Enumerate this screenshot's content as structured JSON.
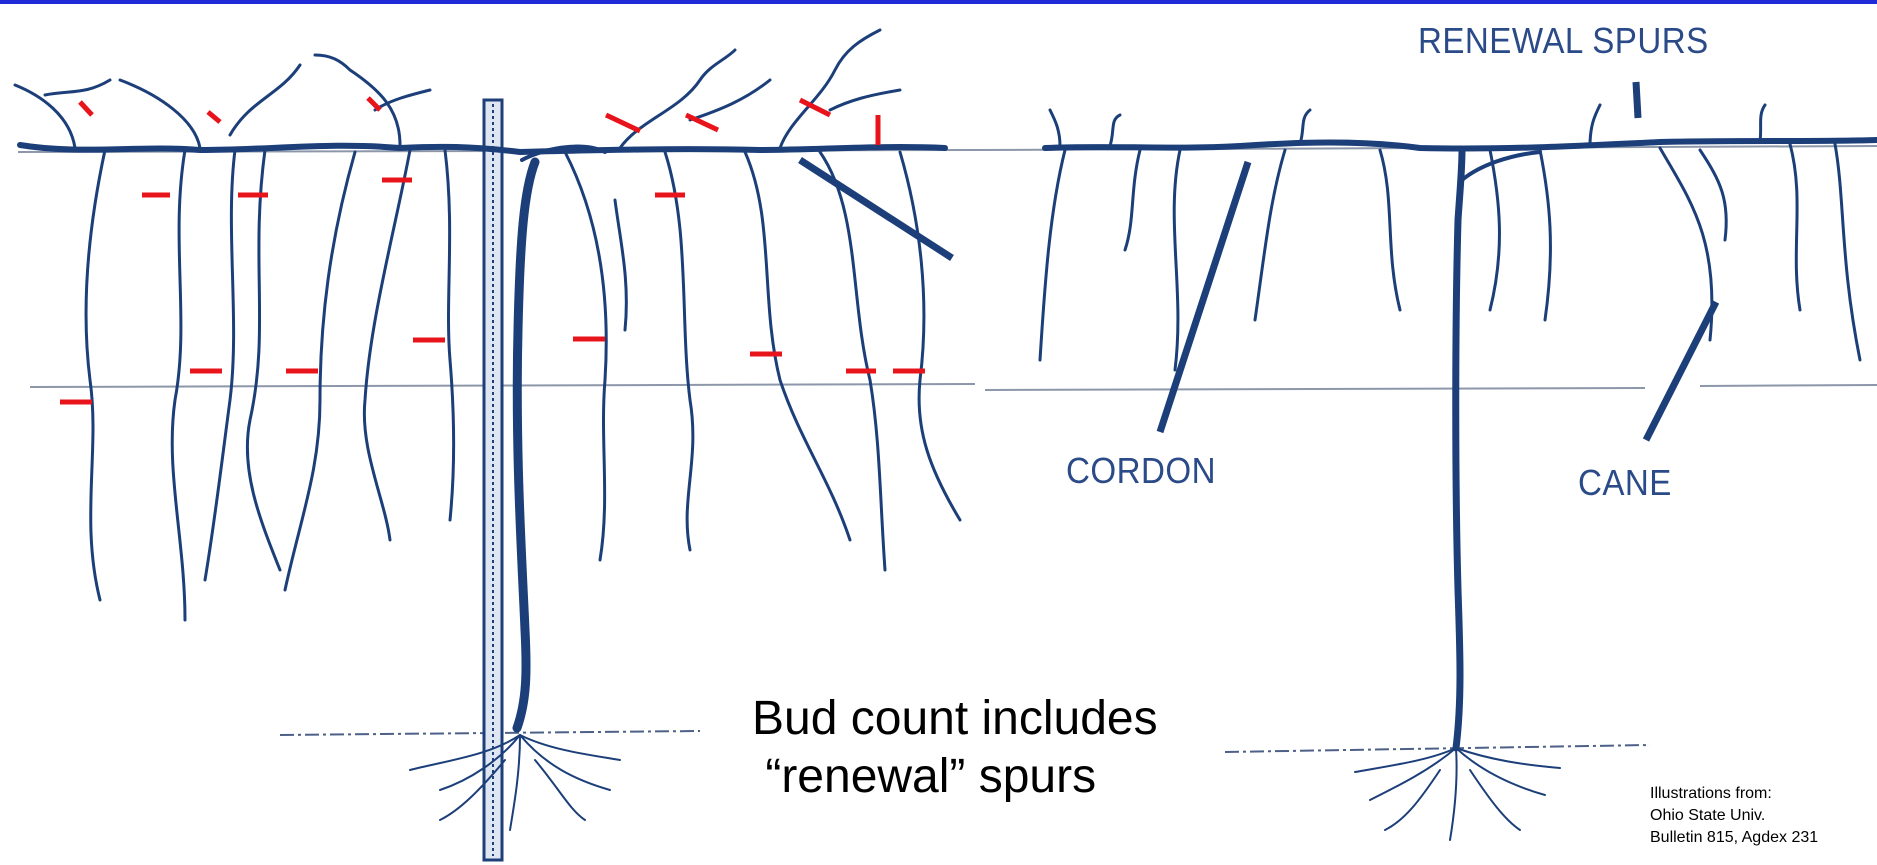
{
  "labels": {
    "renewal_spurs": "RENEWAL SPURS",
    "cordon": "CORDON",
    "cane": "CANE"
  },
  "caption": {
    "line1": "Bud count includes",
    "line2": " “renewal” spurs"
  },
  "credit": {
    "line1": "Illustrations from:",
    "line2": "Ohio State Univ.",
    "line3": "Bulletin 815, Agdex 231"
  },
  "colors": {
    "vine": "#1c3f7a",
    "wire": "#8c97aa",
    "bud_mark": "#e8141c",
    "top_bar": "#1f2bd6"
  }
}
